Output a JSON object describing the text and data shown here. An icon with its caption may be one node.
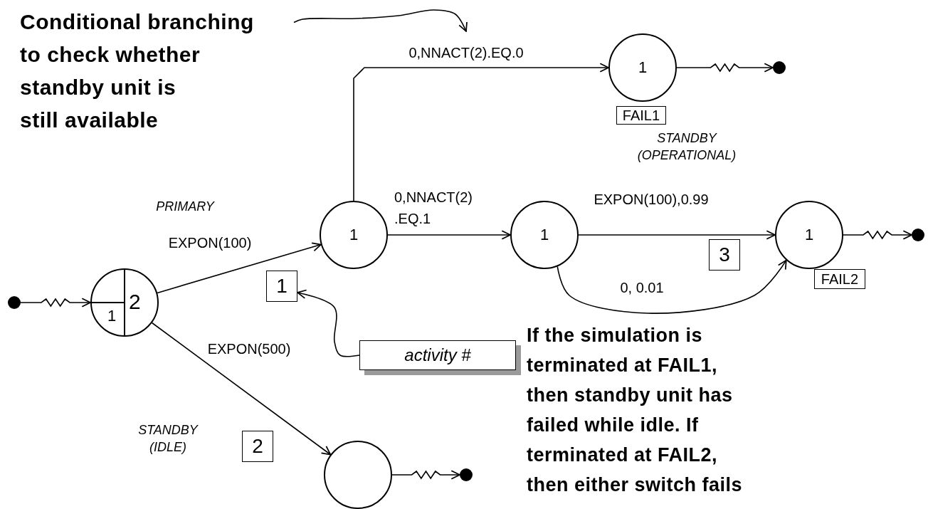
{
  "diagram": {
    "nodes": [
      {
        "text": [
          "Conditional branching to check whether standby unit is still available"
        ]
      },
      {
        "text": [],
        "shape": "dot"
      },
      {
        "text": [
          "1",
          "2"
        ]
      },
      {
        "text": [
          "1"
        ]
      },
      {
        "text": [
          "1"
        ],
        "beside": [
          "FAIL1"
        ]
      },
      {
        "text": [],
        "shape": "dot"
      },
      {
        "text": [
          "1"
        ]
      },
      {
        "text": [
          "1"
        ],
        "beside": [
          "FAIL2"
        ]
      },
      {
        "text": [],
        "shape": "dot"
      },
      {
        "text": [],
        "shape": "circle"
      },
      {
        "text": [],
        "shape": "dot"
      },
      {
        "text": [
          "activity #"
        ]
      },
      {
        "text": [
          "1"
        ]
      },
      {
        "text": [
          "2"
        ]
      },
      {
        "text": [
          "3"
        ]
      }
    ],
    "edges": [
      {
        "from": 0,
        "to": null,
        "arrow": "to"
      },
      {
        "from": 1,
        "to": 2,
        "arrow": "to"
      },
      {
        "from": 2,
        "to": 3,
        "arrow": "to",
        "label": "EXPON(100)"
      },
      {
        "from": 2,
        "to": 9,
        "arrow": "to",
        "label": "EXPON(500)"
      },
      {
        "from": 3,
        "to": 4,
        "arrow": "to",
        "label": "0,NNACT(2).EQ.0"
      },
      {
        "from": 3,
        "to": 6,
        "arrow": "to",
        "label": "0,NNACT(2) .EQ.1"
      },
      {
        "from": 6,
        "to": 7,
        "arrow": "to",
        "label": "EXPON(100),0.99"
      },
      {
        "from": 6,
        "to": 7,
        "arrow": "to",
        "label": "0, 0.01"
      },
      {
        "from": 4,
        "to": 5,
        "arrow": "to"
      },
      {
        "from": 7,
        "to": 8,
        "arrow": "to"
      },
      {
        "from": 9,
        "to": 10,
        "arrow": "to"
      },
      {
        "from": 11,
        "to": 12,
        "arrow": "to"
      }
    ],
    "labels": [
      "PRIMARY",
      "STANDBY (OPERATIONAL)",
      "STANDBY (IDLE)",
      "If the simulation is terminated at FAIL1, then standby unit has failed while idle. If terminated at FAIL2, then either switch fails"
    ]
  }
}
